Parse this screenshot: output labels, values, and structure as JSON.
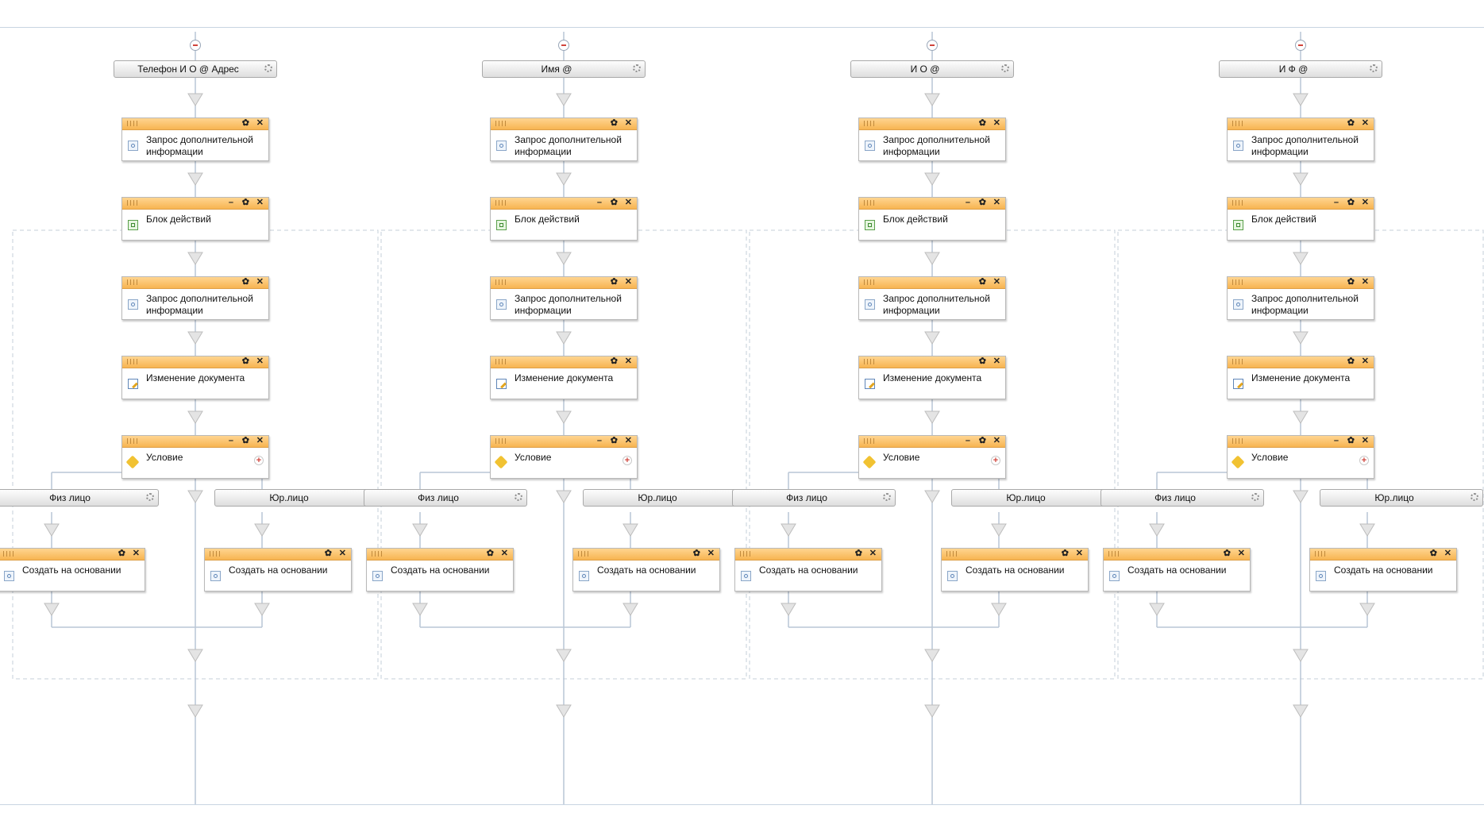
{
  "columns": [
    {
      "header": "Телефон И О @ Адрес",
      "branches": [
        "Физ лицо",
        "Юр.лицо"
      ]
    },
    {
      "header": "Имя @",
      "branches": [
        "Физ лицо",
        "Юр.лицо"
      ]
    },
    {
      "header": "И О @",
      "branches": [
        "Физ лицо",
        "Юр.лицо"
      ]
    },
    {
      "header": "И Ф @",
      "branches": [
        "Физ лицо",
        "Юр.лицо"
      ]
    }
  ],
  "nodes": {
    "request_info": "Запрос дополнительной информации",
    "action_block": "Блок действий",
    "edit_document": "Изменение документа",
    "condition": "Условие",
    "create_based_on": "Создать на основании"
  },
  "controls": {
    "minimize": "–",
    "settings": "✿",
    "close": "✕",
    "add": "+"
  },
  "colors": {
    "node_header": "#f7b451",
    "connector": "#b9c6d6",
    "arrow": "#bdbdbd",
    "dashed_frame": "#c6cfd9"
  }
}
